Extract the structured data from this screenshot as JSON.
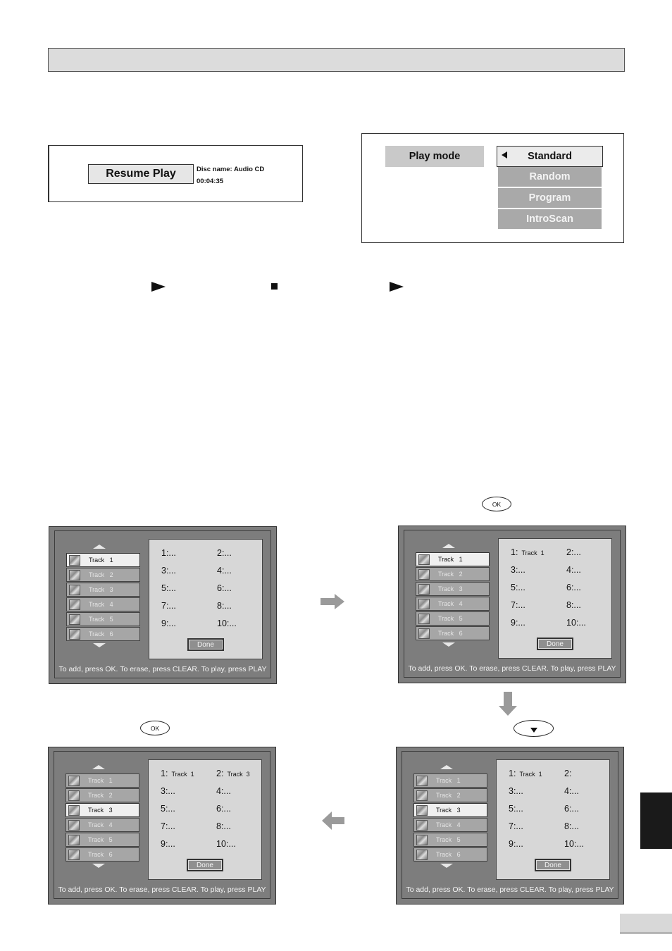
{
  "resume": {
    "button_label": "Resume Play",
    "disc_name": "Disc name: Audio CD",
    "time": "00:04:35"
  },
  "play_mode": {
    "label": "Play mode",
    "options": [
      "Standard",
      "Random",
      "Program",
      "IntroScan"
    ],
    "selected": "Standard"
  },
  "transport_icons": [
    "play-icon",
    "stop-icon",
    "play-icon"
  ],
  "keys": {
    "ok": "OK",
    "down": "down-arrow-key"
  },
  "program_screens": [
    {
      "tracks": [
        "Track   1",
        "Track   2",
        "Track   3",
        "Track   4",
        "Track   5",
        "Track   6"
      ],
      "selected_track": 1,
      "slots": [
        "1:...",
        "2:...",
        "3:...",
        "4:...",
        "5:...",
        "6:...",
        "7:...",
        "8:...",
        "9:...",
        "10:..."
      ],
      "done_label": "Done",
      "hint": "To add, press OK. To erase, press CLEAR. To play, press PLAY"
    },
    {
      "tracks": [
        "Track   1",
        "Track   2",
        "Track   3",
        "Track   4",
        "Track   5",
        "Track   6"
      ],
      "selected_track": 1,
      "slots": [
        "1:",
        "Track  1",
        "2:...",
        "3:...",
        "4:...",
        "5:...",
        "6:...",
        "7:...",
        "8:...",
        "9:...",
        "10:..."
      ],
      "done_label": "Done",
      "hint": "To add, press OK. To erase, press CLEAR. To play, press PLAY"
    },
    {
      "tracks": [
        "Track   1",
        "Track   2",
        "Track   3",
        "Track   4",
        "Track   5",
        "Track   6"
      ],
      "selected_track": 3,
      "slots": [
        "1:",
        "Track  1",
        "2:",
        "Track  3",
        "3:...",
        "4:...",
        "5:...",
        "6:...",
        "7:...",
        "8:...",
        "9:...",
        "10:..."
      ],
      "done_label": "Done",
      "hint": "To add, press OK. To erase, press CLEAR. To play, press PLAY"
    },
    {
      "tracks": [
        "Track   1",
        "Track   2",
        "Track   3",
        "Track   4",
        "Track   5",
        "Track   6"
      ],
      "selected_track": 3,
      "slots": [
        "1:",
        "Track  1",
        "2:",
        "3:...",
        "4:...",
        "5:...",
        "6:...",
        "7:...",
        "8:...",
        "9:...",
        "10:..."
      ],
      "done_label": "Done",
      "hint": "To add, press OK. To erase, press CLEAR. To play, press PLAY"
    }
  ]
}
